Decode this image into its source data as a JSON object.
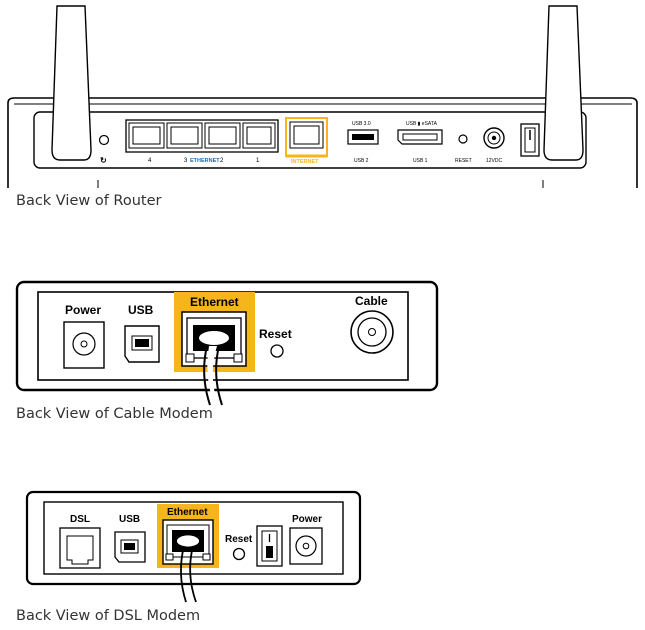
{
  "colors": {
    "highlight": "#F5B51B",
    "ethernet_port_label": "#F5B51B",
    "router_ethernet_label": "#1E6DB5",
    "outline": "#000000",
    "caption_text": "#333333"
  },
  "router": {
    "caption": "Back View of Router",
    "port_numbers": [
      "4",
      "3",
      "2",
      "1"
    ],
    "ethernet_label": "ETHERNET",
    "internet_label": "INTERNET",
    "usb2_top": "USB 3.0",
    "usb2_bottom": "USB 2",
    "usb1_top": "USB ▮ eSATA",
    "usb1_bottom": "USB 1",
    "reset_label": "RESET",
    "power_label": "12VDC"
  },
  "cable_modem": {
    "caption": "Back View of Cable Modem",
    "power_label": "Power",
    "usb_label": "USB",
    "ethernet_label": "Ethernet",
    "reset_label": "Reset",
    "cable_label": "Cable"
  },
  "dsl_modem": {
    "caption": "Back View of DSL Modem",
    "dsl_label": "DSL",
    "usb_label": "USB",
    "ethernet_label": "Ethernet",
    "reset_label": "Reset",
    "power_label": "Power"
  }
}
